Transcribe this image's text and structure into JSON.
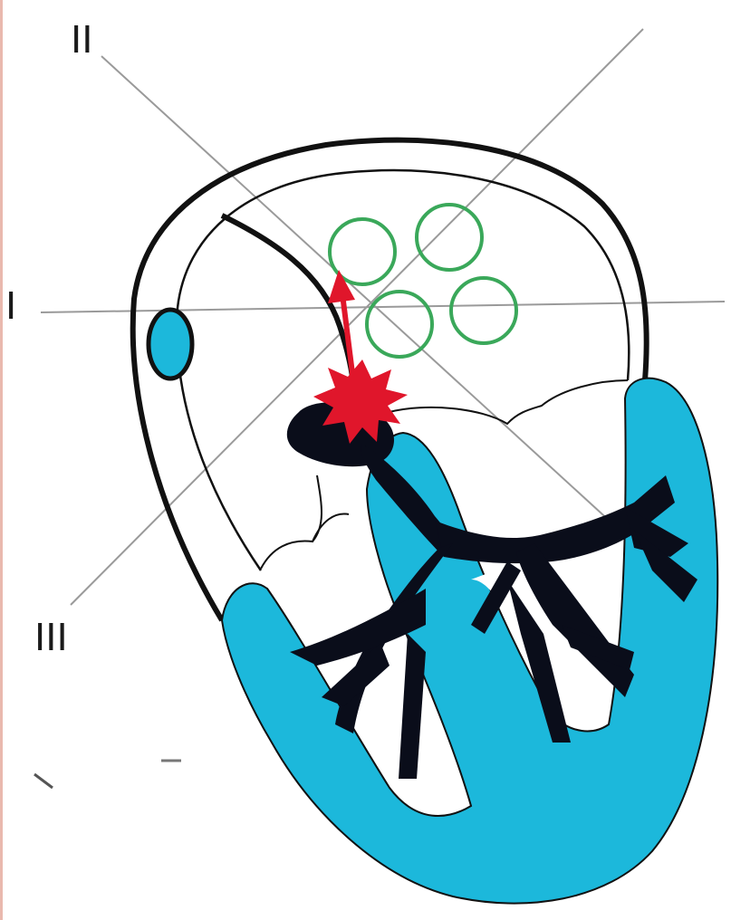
{
  "figure": {
    "leads": {
      "lead_I": "I",
      "lead_II": "II",
      "lead_III": "III"
    },
    "colors": {
      "myocardium": "#1cb8db",
      "conduction_system": "#0a0d1a",
      "outline": "#111111",
      "lead_axis": "#9a9a9a",
      "ectopic_focus": "#e0162b",
      "vector_arrow": "#e0162b",
      "cell_circles": "#3aa85a"
    },
    "icons": {
      "focus": "starburst-icon",
      "vector": "arrow-icon"
    }
  }
}
